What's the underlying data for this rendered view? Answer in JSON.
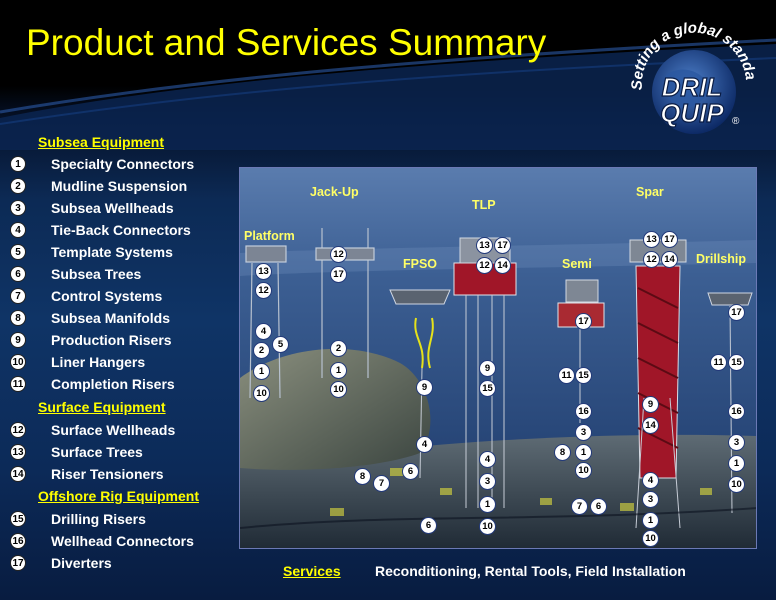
{
  "title": "Product and Services Summary",
  "logo": {
    "tagline": "Setting a global standard",
    "brand_line1": "DRIL",
    "brand_line2": "QUIP",
    "registered": "®"
  },
  "sections": [
    {
      "title": "Subsea Equipment",
      "items": [
        {
          "num": "1",
          "label": "Specialty Connectors"
        },
        {
          "num": "2",
          "label": "Mudline Suspension"
        },
        {
          "num": "3",
          "label": "Subsea Wellheads"
        },
        {
          "num": "4",
          "label": "Tie-Back Connectors"
        },
        {
          "num": "5",
          "label": "Template Systems"
        },
        {
          "num": "6",
          "label": "Subsea Trees"
        },
        {
          "num": "7",
          "label": "Control Systems"
        },
        {
          "num": "8",
          "label": "Subsea Manifolds"
        },
        {
          "num": "9",
          "label": "Production Risers"
        },
        {
          "num": "10",
          "label": "Liner Hangers"
        },
        {
          "num": "11",
          "label": "Completion Risers"
        }
      ]
    },
    {
      "title": "Surface Equipment",
      "items": [
        {
          "num": "12",
          "label": "Surface Wellheads"
        },
        {
          "num": "13",
          "label": "Surface Trees"
        },
        {
          "num": "14",
          "label": "Riser Tensioners"
        }
      ]
    },
    {
      "title": "Offshore Rig Equipment",
      "items": [
        {
          "num": "15",
          "label": "Drilling Risers"
        },
        {
          "num": "16",
          "label": "Wellhead Connectors"
        },
        {
          "num": "17",
          "label": "Diverters"
        }
      ]
    }
  ],
  "platforms": [
    "Platform",
    "Jack-Up",
    "FPSO",
    "TLP",
    "Semi",
    "Spar",
    "Drillship"
  ],
  "markers": {
    "platform": [
      "13",
      "12",
      "4",
      "5",
      "2",
      "1",
      "10"
    ],
    "jackup": [
      "12",
      "17",
      "2",
      "1",
      "10"
    ],
    "fpso": [
      "9",
      "4",
      "6",
      "8",
      "7",
      "6"
    ],
    "tlp": [
      "13",
      "17",
      "12",
      "14",
      "9",
      "15",
      "4",
      "3",
      "1",
      "10"
    ],
    "semi": [
      "17",
      "11",
      "15",
      "16",
      "3",
      "8",
      "1",
      "10",
      "7",
      "6"
    ],
    "spar": [
      "13",
      "17",
      "12",
      "14",
      "9",
      "14",
      "4",
      "3",
      "1",
      "10"
    ],
    "drillship": [
      "17",
      "11",
      "15",
      "16",
      "3",
      "1",
      "10"
    ]
  },
  "services": {
    "heading": "Services",
    "text": "Reconditioning,   Rental Tools,   Field Installation"
  },
  "colors": {
    "title": "#ffff00",
    "section": "#ffff00",
    "platform_label": "#ffff66",
    "list_text": "#ffffff",
    "marker_fill": "#ffffff"
  }
}
